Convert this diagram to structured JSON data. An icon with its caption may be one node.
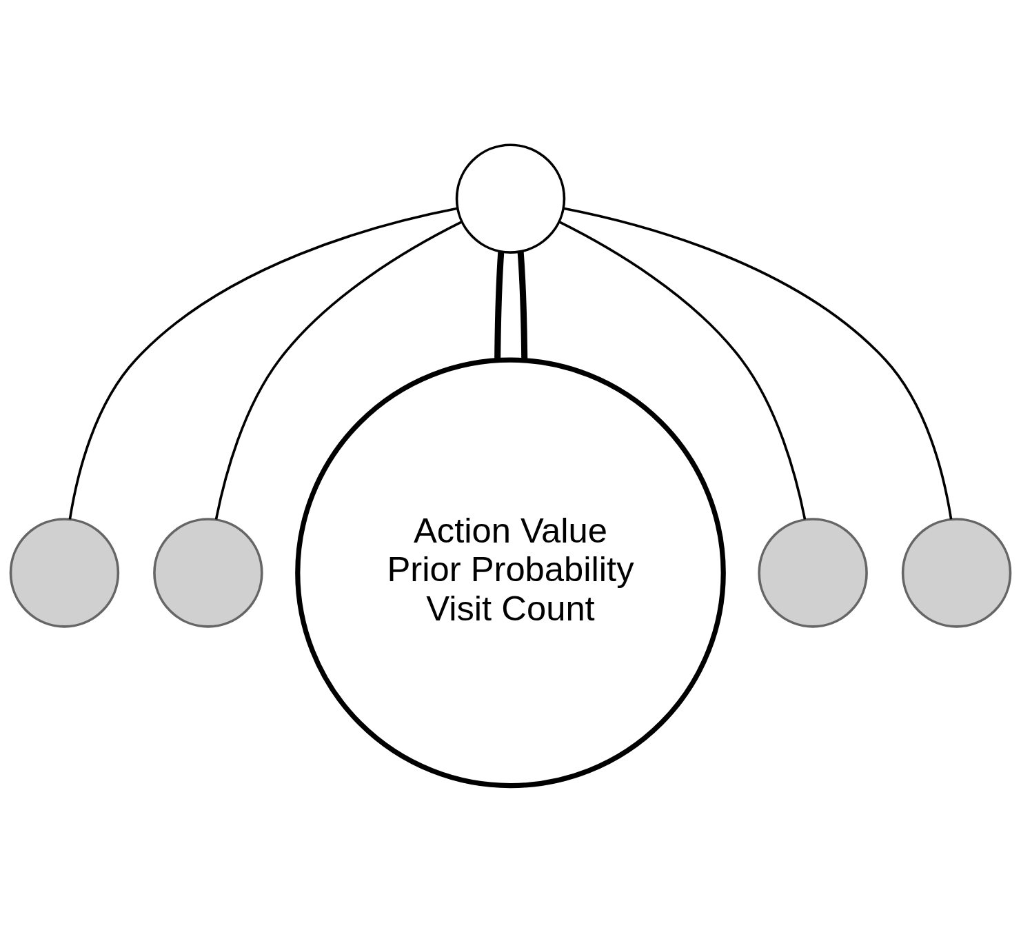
{
  "diagram": {
    "nodes": [
      {
        "text": [],
        "shape": "circle"
      },
      {
        "text": [],
        "shape": "circle"
      },
      {
        "text": [],
        "shape": "circle"
      },
      {
        "text": [
          "Action Value",
          "Prior Probability",
          "Visit Count"
        ]
      },
      {
        "text": [],
        "shape": "circle"
      },
      {
        "text": [],
        "shape": "circle"
      }
    ],
    "edges": [
      {
        "from": 0,
        "to": 1,
        "arrow": "none"
      },
      {
        "from": 0,
        "to": 2,
        "arrow": "none"
      },
      {
        "from": 0,
        "to": 3,
        "arrow": "none",
        "style": "thick"
      },
      {
        "from": 0,
        "to": 3,
        "arrow": "none",
        "style": "thick"
      },
      {
        "from": 0,
        "to": 4,
        "arrow": "none"
      },
      {
        "from": 0,
        "to": 5,
        "arrow": "none"
      }
    ]
  }
}
